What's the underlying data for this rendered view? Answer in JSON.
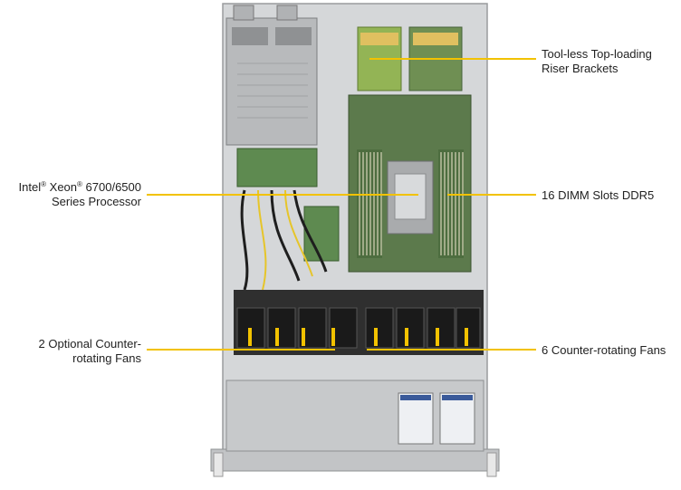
{
  "callouts": {
    "riser": {
      "line1": "Tool-less Top-loading",
      "line2": "Riser Brackets"
    },
    "dimm": {
      "line1": "16 DIMM Slots DDR5"
    },
    "cpu": {
      "line1_a": "Intel",
      "line1_b": " Xeon",
      "line1_c": " 6700/6500",
      "reg": "®",
      "line2": "Series Processor"
    },
    "optional_fans": {
      "line1": "2 Optional Counter-",
      "line2": "rotating Fans"
    },
    "fans": {
      "line1": "6 Counter-rotating Fans"
    }
  },
  "colors": {
    "leader": "#f2c200",
    "chassis": "#c9cbcd",
    "board": "#5c7a4c",
    "fan": "#2a2a2a"
  }
}
